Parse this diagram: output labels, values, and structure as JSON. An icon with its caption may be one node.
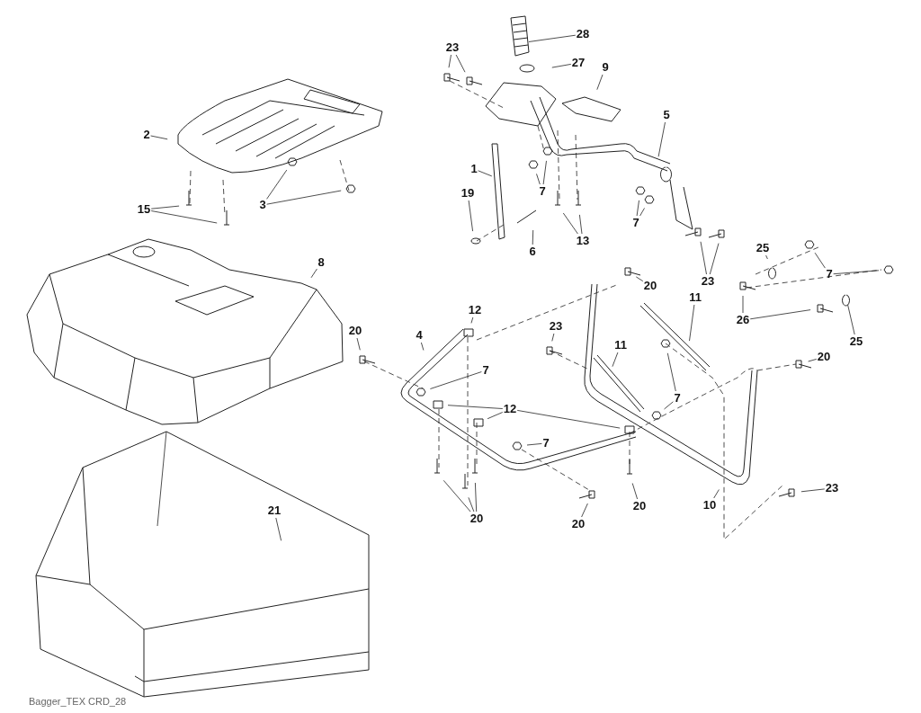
{
  "diagram": {
    "nodes": [
      {
        "text": [
          "28"
        ]
      },
      {
        "text": [
          "27"
        ]
      },
      {
        "text": [
          "23"
        ]
      },
      {
        "text": [
          "9"
        ]
      },
      {
        "text": [
          "2"
        ]
      },
      {
        "text": [
          "5"
        ]
      },
      {
        "text": [
          "7"
        ]
      },
      {
        "text": [
          "1"
        ]
      },
      {
        "text": [
          "19"
        ]
      },
      {
        "text": [
          "15"
        ]
      },
      {
        "text": [
          "3"
        ]
      },
      {
        "text": [
          "7"
        ]
      },
      {
        "text": [
          "13"
        ]
      },
      {
        "text": [
          "6"
        ]
      },
      {
        "text": [
          "23"
        ]
      },
      {
        "text": [
          "25"
        ]
      },
      {
        "text": [
          "7"
        ]
      },
      {
        "text": [
          "8"
        ]
      },
      {
        "text": [
          "20"
        ]
      },
      {
        "text": [
          "26"
        ]
      },
      {
        "text": [
          "25"
        ]
      },
      {
        "text": [
          "20"
        ]
      },
      {
        "text": [
          "4"
        ]
      },
      {
        "text": [
          "12"
        ]
      },
      {
        "text": [
          "23"
        ]
      },
      {
        "text": [
          "11"
        ]
      },
      {
        "text": [
          "11"
        ]
      },
      {
        "text": [
          "7"
        ]
      },
      {
        "text": [
          "20"
        ]
      },
      {
        "text": [
          "12"
        ]
      },
      {
        "text": [
          "7"
        ]
      },
      {
        "text": [
          "7"
        ]
      },
      {
        "text": [
          "23"
        ]
      },
      {
        "text": [
          "21"
        ]
      },
      {
        "text": [
          "20"
        ]
      },
      {
        "text": [
          "20"
        ]
      },
      {
        "text": [
          "20"
        ]
      },
      {
        "text": [
          "10"
        ]
      }
    ],
    "edges": [
      {
        "from": 0,
        "to": null,
        "arrow": "none"
      },
      {
        "from": 1,
        "to": null,
        "arrow": "none"
      },
      {
        "from": 2,
        "to": null,
        "arrow": "none"
      },
      {
        "from": 2,
        "to": null,
        "arrow": "none"
      },
      {
        "from": 3,
        "to": null,
        "arrow": "none"
      },
      {
        "from": 4,
        "to": null,
        "arrow": "none"
      },
      {
        "from": 5,
        "to": null,
        "arrow": "none"
      },
      {
        "from": 6,
        "to": null,
        "arrow": "none"
      },
      {
        "from": 6,
        "to": null,
        "arrow": "none"
      },
      {
        "from": 7,
        "to": null,
        "arrow": "none"
      },
      {
        "from": 8,
        "to": null,
        "arrow": "none"
      },
      {
        "from": 9,
        "to": null,
        "arrow": "none"
      },
      {
        "from": 9,
        "to": null,
        "arrow": "none"
      },
      {
        "from": 10,
        "to": null,
        "arrow": "none"
      },
      {
        "from": 10,
        "to": null,
        "arrow": "none"
      },
      {
        "from": 11,
        "to": null,
        "arrow": "none"
      },
      {
        "from": 11,
        "to": null,
        "arrow": "none"
      },
      {
        "from": 12,
        "to": null,
        "arrow": "none"
      },
      {
        "from": 12,
        "to": null,
        "arrow": "none"
      },
      {
        "from": 13,
        "to": null,
        "arrow": "none"
      },
      {
        "from": 14,
        "to": null,
        "arrow": "none"
      },
      {
        "from": 14,
        "to": null,
        "arrow": "none"
      },
      {
        "from": 15,
        "to": null,
        "arrow": "none"
      },
      {
        "from": 16,
        "to": null,
        "arrow": "none"
      },
      {
        "from": 16,
        "to": null,
        "arrow": "none"
      },
      {
        "from": 17,
        "to": null,
        "arrow": "none"
      },
      {
        "from": 18,
        "to": null,
        "arrow": "none"
      },
      {
        "from": 19,
        "to": null,
        "arrow": "none"
      },
      {
        "from": 19,
        "to": null,
        "arrow": "none"
      },
      {
        "from": 20,
        "to": null,
        "arrow": "none"
      },
      {
        "from": 21,
        "to": null,
        "arrow": "none"
      },
      {
        "from": 22,
        "to": null,
        "arrow": "none"
      },
      {
        "from": 23,
        "to": null,
        "arrow": "none"
      },
      {
        "from": 24,
        "to": null,
        "arrow": "none"
      },
      {
        "from": 25,
        "to": null,
        "arrow": "none"
      },
      {
        "from": 26,
        "to": null,
        "arrow": "none"
      },
      {
        "from": 27,
        "to": null,
        "arrow": "none"
      },
      {
        "from": 28,
        "to": null,
        "arrow": "none"
      },
      {
        "from": 29,
        "to": null,
        "arrow": "none"
      },
      {
        "from": 29,
        "to": null,
        "arrow": "none"
      },
      {
        "from": 29,
        "to": null,
        "arrow": "none"
      },
      {
        "from": 30,
        "to": null,
        "arrow": "none"
      },
      {
        "from": 31,
        "to": null,
        "arrow": "none"
      },
      {
        "from": 31,
        "to": null,
        "arrow": "none"
      },
      {
        "from": 32,
        "to": null,
        "arrow": "none"
      },
      {
        "from": 33,
        "to": null,
        "arrow": "none"
      },
      {
        "from": 34,
        "to": null,
        "arrow": "none"
      },
      {
        "from": 34,
        "to": null,
        "arrow": "none"
      },
      {
        "from": 34,
        "to": null,
        "arrow": "none"
      },
      {
        "from": 35,
        "to": null,
        "arrow": "none"
      },
      {
        "from": 36,
        "to": null,
        "arrow": "none"
      },
      {
        "from": 37,
        "to": null,
        "arrow": "none"
      }
    ],
    "labels": [
      "Bagger_TEX CRD_28"
    ]
  }
}
